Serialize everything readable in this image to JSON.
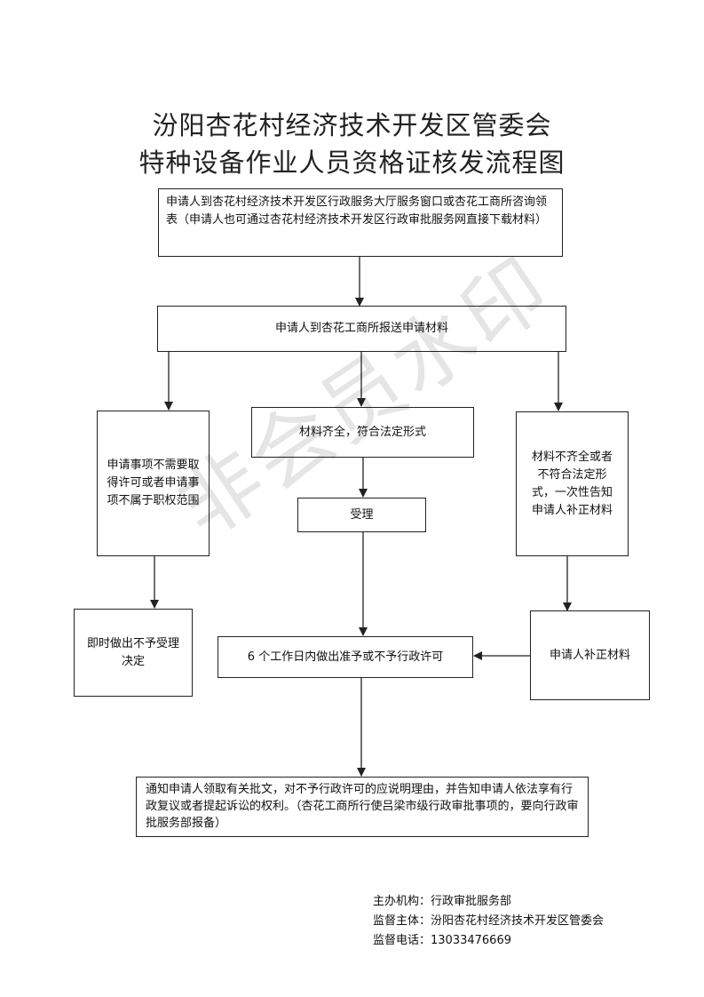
{
  "title": {
    "line1": "汾阳杏花村经济技术开发区管委会",
    "line2": "特种设备作业人员资格证核发流程图"
  },
  "steps": {
    "step1": "申请人到杏花村经济技术开发区行政服务大厅服务窗口或杏花工商所咨询领表（申请人也可通过杏花村经济技术开发区行政审批服务网直接下载材料）",
    "step2": "申请人到杏花工商所报送申请材料",
    "left": "申请事项不需要取得许可或者申请事项不属于职权范围",
    "left_result": "即时做出不予受理决定",
    "middle": "材料齐全，符合法定形式",
    "accept": "受理",
    "right": "材料不齐全或者不符合法定形式，一次性告知申请人补正材料",
    "right_result": "申请人补正材料",
    "decision": "6 个工作日内做出准予或不予行政许可",
    "notify": "通知申请人领取有关批文，对不予行政许可的应说明理由，并告知申请人依法享有行政复议或者提起诉讼的权利。（杏花工商所行使吕梁市级行政审批事项的，要向行政审批服务部报备）"
  },
  "watermark": "非会员水印",
  "footer": {
    "organizer_label": "主办机构：",
    "organizer": "行政审批服务部",
    "supervisor_label": "监督主体：",
    "supervisor": "汾阳杏花村经济技术开发区管委会",
    "phone_label": "监督电话：",
    "phone": "13033476669"
  }
}
